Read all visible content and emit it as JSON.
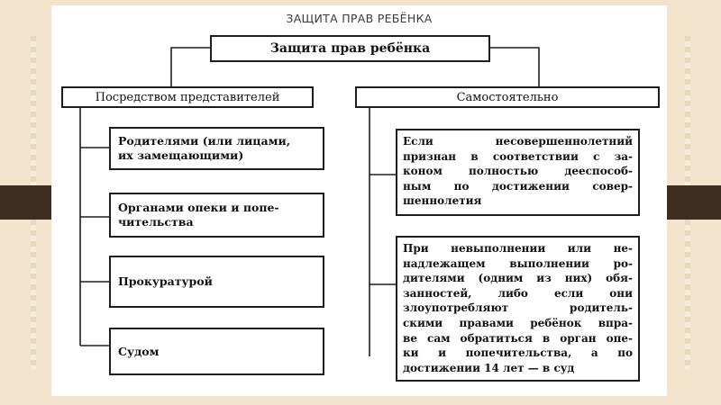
{
  "page_title": "ЗАЩИТА ПРАВ РЕБЁНКА",
  "root_box": "Защита прав ребёнка",
  "left_branch": {
    "header": "Посредством представителей",
    "items": [
      [
        "Родителями (или лицами,",
        "их замещающими)"
      ],
      [
        "Органами опеки и попе-",
        "чительства"
      ],
      [
        "Прокуратурой"
      ],
      [
        "Судом"
      ]
    ]
  },
  "right_branch": {
    "header": "Самостоятельно",
    "items": [
      [
        "Если несовершеннолетний",
        "признан в соответствии с за-",
        "коном полностью дееспособ-",
        "ным по достижении совер-",
        "шеннолетия"
      ],
      [
        "При невыполнении или не-",
        "надлежащем выполнении ро-",
        "дителями (одним из них) обя-",
        "занностей, либо если они",
        "злоупотребляют родитель-",
        "скими правами ребёнок впра-",
        "ве сам обратиться в орган опе-",
        "ки и попечительства, а по",
        "достижении 14 лет — в суд"
      ]
    ]
  }
}
